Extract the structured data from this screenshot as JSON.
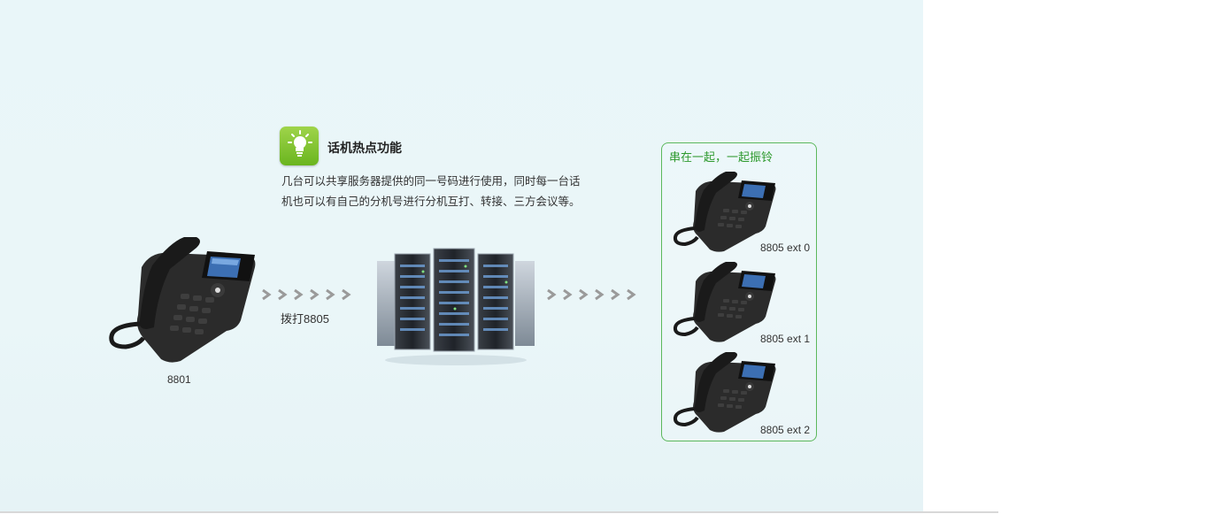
{
  "feature": {
    "title": "话机热点功能",
    "desc_line1": "几台可以共享服务器提供的同一号码进行使用，同时每一台话",
    "desc_line2": "机也可以有自己的分机号进行分机互打、转接、三方会议等。",
    "icon": "lightbulb-icon"
  },
  "caller": {
    "label": "8801"
  },
  "dial_label": "拨打8805",
  "group": {
    "title": "串在一起，一起振铃",
    "phones": [
      {
        "label": "8805 ext 0"
      },
      {
        "label": "8805 ext 1"
      },
      {
        "label": "8805 ext 2"
      }
    ]
  },
  "colors": {
    "accent_green": "#5cb85c",
    "icon_green": "#7cc22e",
    "arrow_gray": "#9a9a9a"
  }
}
